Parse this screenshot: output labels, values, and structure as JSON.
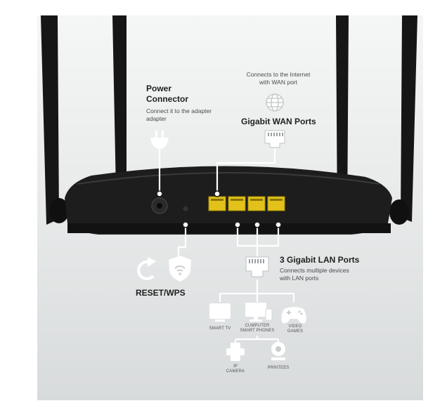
{
  "power": {
    "title_line1": "Power",
    "title_line2": "Connector",
    "desc_line1": "Connect it to the adapter",
    "desc_line2": "adapter"
  },
  "wan": {
    "desc_line1": "Connects to the Internet",
    "desc_line2": "with WAN port",
    "title": "Gigabit WAN Ports"
  },
  "lan": {
    "title": "3 Gigabit LAN Ports",
    "desc_line1": "Connects multiple devices",
    "desc_line2": "with LAN ports"
  },
  "reset": {
    "label": "RESET/WPS"
  },
  "devices": {
    "smart_tv": "SMART TV",
    "computer_line1": "CUMPUTER",
    "computer_line2": "SMART PHONES",
    "video_line1": "VIDEO",
    "video_line2": "GAMES",
    "ip_line1": "IP",
    "ip_line2": "CAMERA",
    "printer": "PRINTEES"
  },
  "colors": {
    "port_yellow": "#e2c21a",
    "router_body": "#1c1c1c",
    "line_white": "#ffffff"
  }
}
